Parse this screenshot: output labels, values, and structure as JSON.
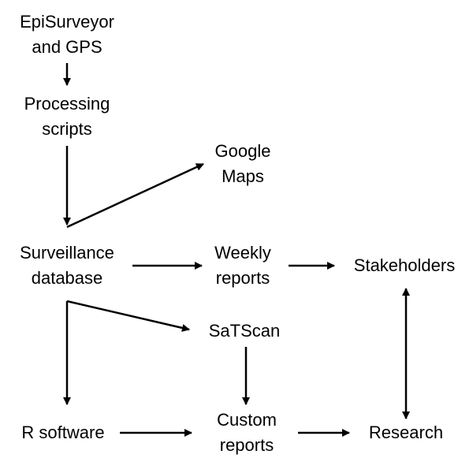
{
  "nodes": {
    "episurveyor": {
      "lines": [
        "EpiSurveyor",
        "and GPS"
      ]
    },
    "processing": {
      "lines": [
        "Processing",
        "scripts"
      ]
    },
    "google_maps": {
      "lines": [
        "Google",
        "Maps"
      ]
    },
    "surveillance": {
      "lines": [
        "Surveillance",
        "database"
      ]
    },
    "weekly": {
      "lines": [
        "Weekly",
        "reports"
      ]
    },
    "stakeholders": {
      "lines": [
        "Stakeholders"
      ]
    },
    "satscan": {
      "lines": [
        "SaTScan"
      ]
    },
    "r_software": {
      "lines": [
        "R software"
      ]
    },
    "custom": {
      "lines": [
        "Custom",
        "reports"
      ]
    },
    "research": {
      "lines": [
        "Research"
      ]
    }
  },
  "edges": [
    {
      "from": "episurveyor",
      "to": "processing"
    },
    {
      "from": "processing",
      "to": "surveillance"
    },
    {
      "from": "surveillance",
      "to": "google_maps"
    },
    {
      "from": "surveillance",
      "to": "weekly"
    },
    {
      "from": "weekly",
      "to": "stakeholders"
    },
    {
      "from": "surveillance",
      "to": "satscan"
    },
    {
      "from": "surveillance",
      "to": "r_software"
    },
    {
      "from": "satscan",
      "to": "custom"
    },
    {
      "from": "r_software",
      "to": "custom"
    },
    {
      "from": "custom",
      "to": "research"
    },
    {
      "from": "stakeholders",
      "to": "research",
      "bidirectional": true
    }
  ],
  "colors": {
    "line": "#000000",
    "text": "#000000",
    "background": "#ffffff"
  }
}
